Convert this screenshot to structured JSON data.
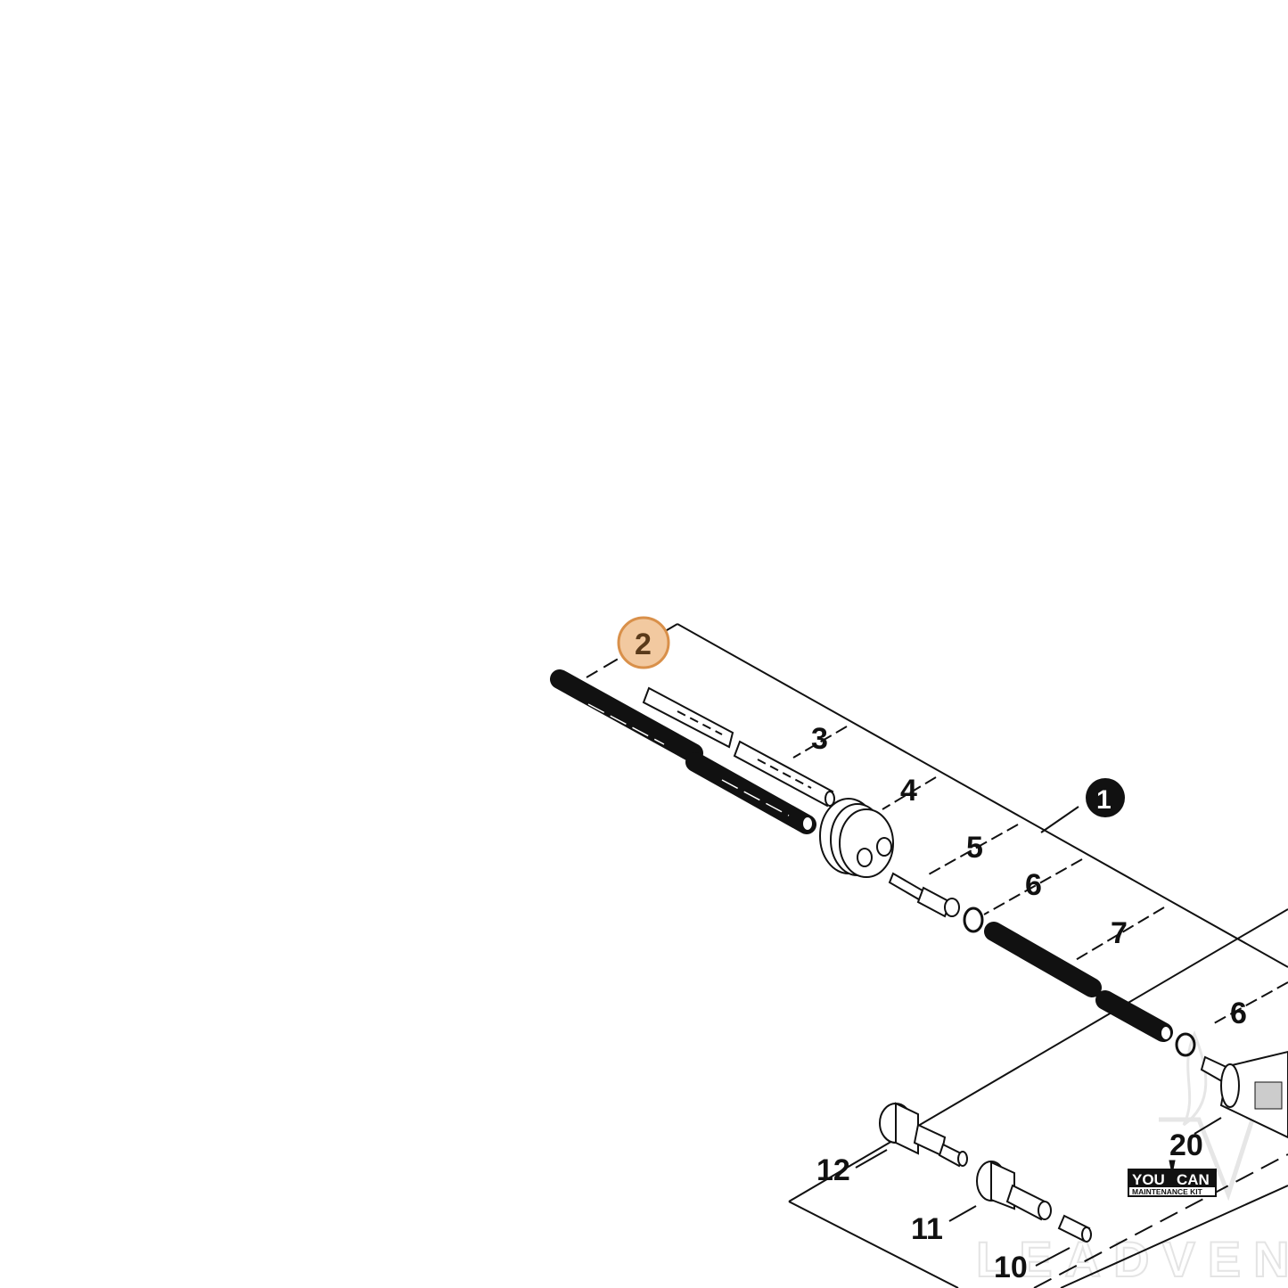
{
  "diagram": {
    "callouts": [
      {
        "id": "c2",
        "text": "2",
        "highlighted": true
      },
      {
        "id": "c3",
        "text": "3"
      },
      {
        "id": "c4",
        "text": "4"
      },
      {
        "id": "c5",
        "text": "5"
      },
      {
        "id": "c6a",
        "text": "6"
      },
      {
        "id": "c6b",
        "text": "6"
      },
      {
        "id": "c7",
        "text": "7"
      },
      {
        "id": "c10",
        "text": "10"
      },
      {
        "id": "c11",
        "text": "11"
      },
      {
        "id": "c12",
        "text": "12"
      },
      {
        "id": "c20",
        "text": "20"
      }
    ],
    "assembly_marker": "1",
    "highlight_color": "#f2c9a0",
    "highlight_stroke": "#d9904a"
  },
  "badge": {
    "top_left": "YOU",
    "top_right": "CAN",
    "bottom": "MAINTENANCE KIT"
  },
  "watermark": {
    "text": "LEADVENT"
  }
}
